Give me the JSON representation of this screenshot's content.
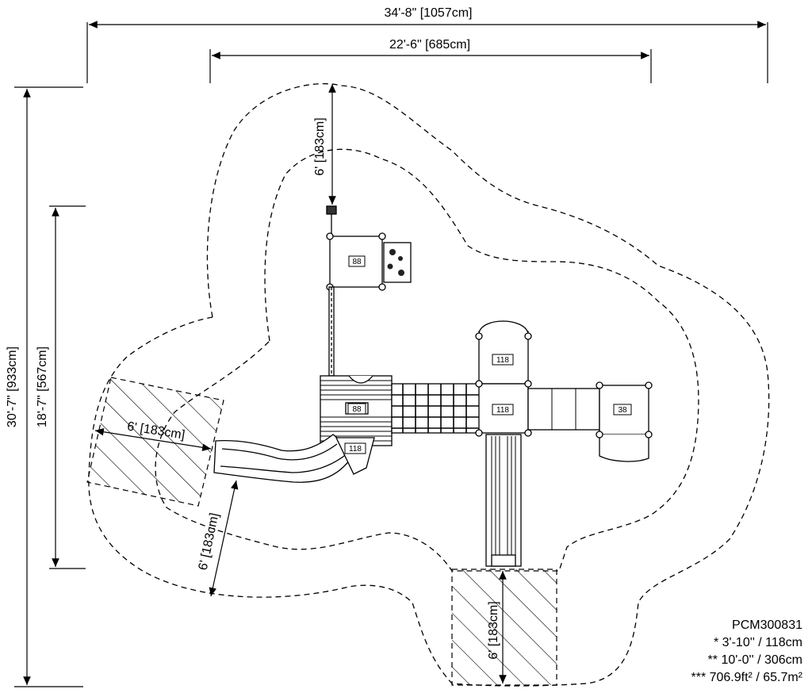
{
  "dimensions": {
    "overall_width": "34'-8\" [1057cm]",
    "structure_width": "22'-6\" [685cm]",
    "overall_depth": "30'-7\" [933cm]",
    "structure_depth": "18'-7\" [567cm]",
    "clearance_top": "6' [183cm]",
    "clearance_left": "6' [183cm]",
    "clearance_slide": "6' [183cm]",
    "clearance_bottom": "6' [183cm]"
  },
  "components": {
    "deck_top": "88",
    "deck_mid": "88",
    "deck_slide": "118",
    "deck_center_upper": "118",
    "deck_center": "118",
    "deck_right": "38"
  },
  "specs": {
    "model": "PCM300831",
    "deck_height": "* 3'-10'' / 118cm",
    "fall_height": "** 10'-0'' / 306cm",
    "use_zone_area": "*** 706.9ft² / 65.7m²"
  }
}
